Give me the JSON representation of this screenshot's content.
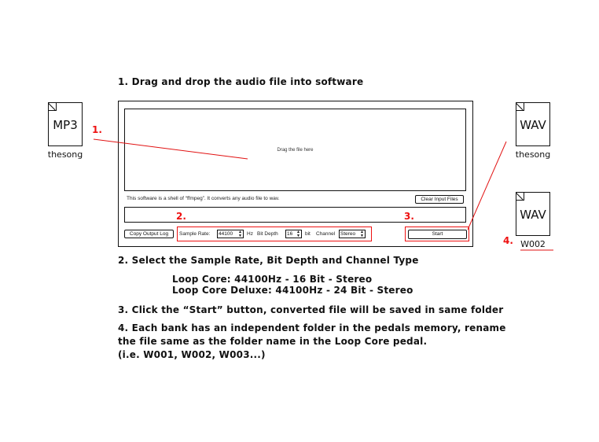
{
  "steps": {
    "s1": "1. Drag and drop the audio file into software",
    "s2": "2. Select the Sample Rate, Bit Depth and Channel Type",
    "s2_core": "Loop Core: 44100Hz - 16 Bit - Stereo",
    "s2_deluxe": "Loop Core Deluxe: 44100Hz - 24 Bit - Stereo",
    "s3": "3. Click the “Start” button, converted file will be saved in same folder",
    "s4_line1": "4. Each bank has an independent folder in the pedals memory, rename",
    "s4_line2": "the file same as the folder name in the Loop Core pedal.",
    "s4_line3": "(i.e. W001, W002, W003...)"
  },
  "files": {
    "source": {
      "ext": "MP3",
      "name": "thesong"
    },
    "output": {
      "ext": "WAV",
      "name": "thesong"
    },
    "renamed": {
      "ext": "WAV",
      "name": "W002"
    }
  },
  "markers": {
    "m1": "1.",
    "m2": "2.",
    "m3": "3.",
    "m4": "4."
  },
  "app": {
    "drop_hint": "Drag the file here",
    "info_text": "This software is a shell of “ffmpeg”. It converts any audio file to wav.",
    "clear_button": "Clear Input Files",
    "copy_log_button": "Copy Output Log",
    "sample_rate_label": "Sample Rate:",
    "sample_rate_value": "44100",
    "hz_unit": "Hz",
    "bit_depth_label": "Bit Depth",
    "bit_depth_value": "16",
    "bit_unit": "bit",
    "channel_label": "Channel",
    "channel_value": "Stereo",
    "start_button": "Start"
  },
  "colors": {
    "accent": "#e11111",
    "ink": "#111111"
  },
  "icons": {
    "file": "document-icon",
    "spinner": "up-down-arrows-icon"
  }
}
